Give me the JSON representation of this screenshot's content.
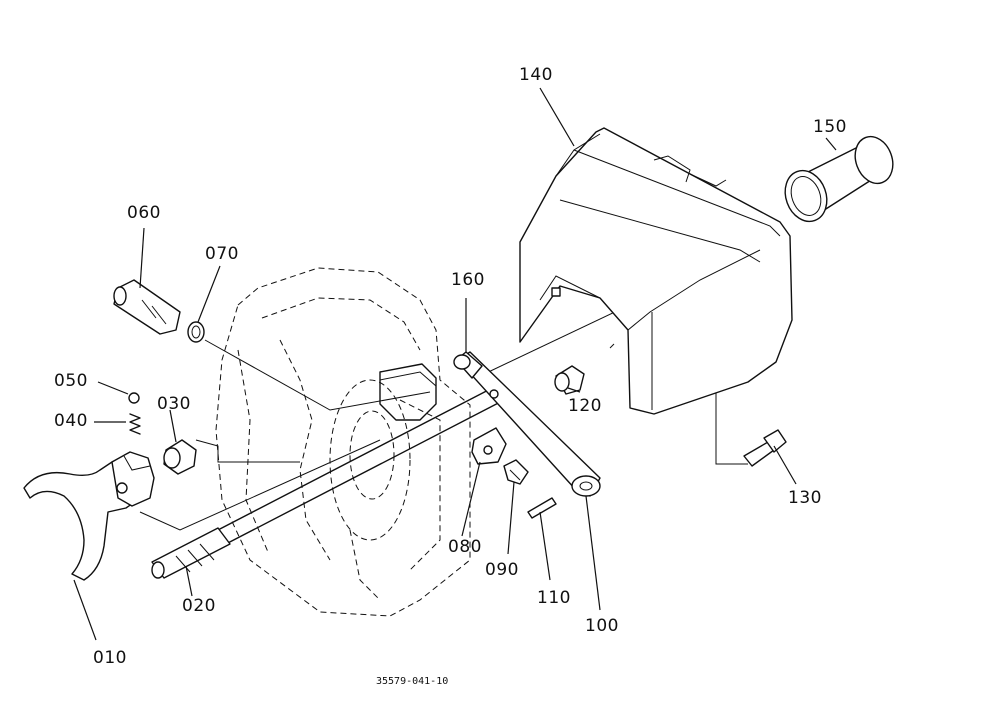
{
  "labels": {
    "p010": "010",
    "p020": "020",
    "p030": "030",
    "p040": "040",
    "p050": "050",
    "p060": "060",
    "p070": "070",
    "p080": "080",
    "p090": "090",
    "p100": "100",
    "p110": "110",
    "p120": "120",
    "p130": "130",
    "p140": "140",
    "p150": "150",
    "p160": "160"
  },
  "drawing_number": "35579-041-10"
}
